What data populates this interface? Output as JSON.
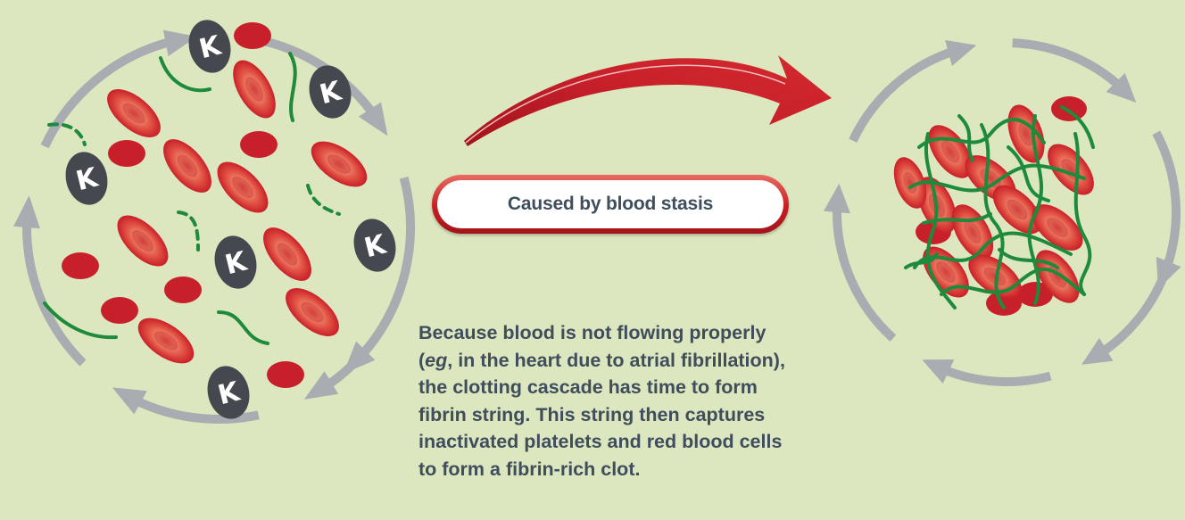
{
  "label_box": {
    "text": "Caused by blood stasis"
  },
  "description": {
    "lines": [
      {
        "pre": "Because blood is not flowing properly",
        "em": "",
        "post": ""
      },
      {
        "pre": "(",
        "em": "eg",
        "post": ", in the heart due to atrial fibrillation),"
      },
      {
        "pre": "the clotting cascade has time to form",
        "em": "",
        "post": ""
      },
      {
        "pre": "fibrin string. This string then captures",
        "em": "",
        "post": ""
      },
      {
        "pre": "inactivated platelets and red blood cells",
        "em": "",
        "post": ""
      },
      {
        "pre": "to form a fibrin-rich clot.",
        "em": "",
        "post": ""
      }
    ]
  },
  "platelet_marker": "K",
  "colors": {
    "background": "#dde7bf",
    "flow_arrow": "#a9acb1",
    "red_cell": "#c8202a",
    "fibrin": "#1e8a3c",
    "platelet": "#45494f",
    "big_arrow": "#c8202a",
    "text": "#3f4d5c"
  },
  "icons": [
    "flow-arrow-icon",
    "red-blood-cell-icon",
    "platelet-icon",
    "fibrin-strand-icon",
    "big-curved-arrow-icon"
  ]
}
